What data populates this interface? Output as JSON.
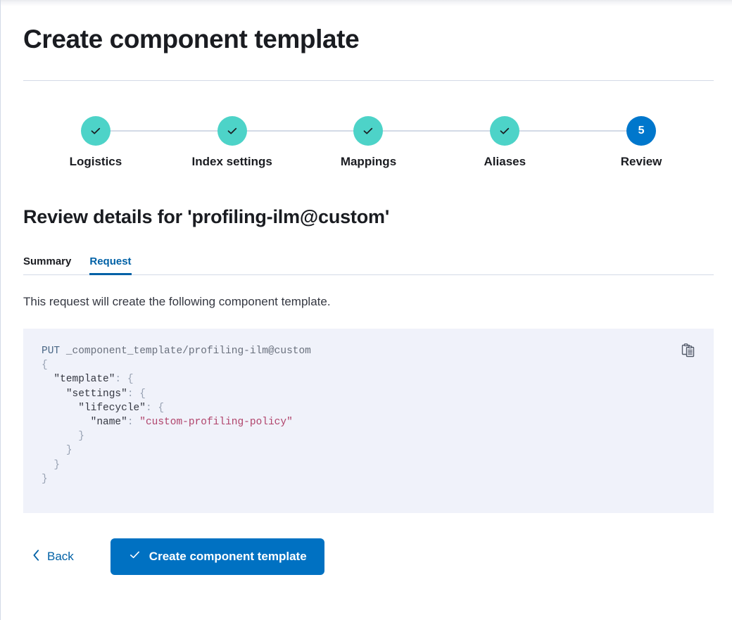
{
  "header": {
    "title": "Create component template"
  },
  "stepper": {
    "steps": [
      {
        "label": "Logistics",
        "state": "complete",
        "indicator": "check-icon",
        "number": "1"
      },
      {
        "label": "Index settings",
        "state": "complete",
        "indicator": "check-icon",
        "number": "2"
      },
      {
        "label": "Mappings",
        "state": "complete",
        "indicator": "check-icon",
        "number": "3"
      },
      {
        "label": "Aliases",
        "state": "complete",
        "indicator": "check-icon",
        "number": "4"
      },
      {
        "label": "Review",
        "state": "current",
        "indicator": "5",
        "number": "5"
      }
    ],
    "complete_color": "#4dd3c8",
    "current_color": "#0077cc",
    "line_color": "#d3dae6"
  },
  "review": {
    "template_name": "profiling-ilm@custom",
    "section_title": "Review details for 'profiling-ilm@custom'",
    "tabs": [
      {
        "label": "Summary",
        "active": false
      },
      {
        "label": "Request",
        "active": true
      }
    ],
    "description": "This request will create the following component template.",
    "accent_color": "#0061a6"
  },
  "request": {
    "method": "PUT",
    "path": "_component_template/profiling-ilm@custom",
    "copy_icon": "copy-clipboard-icon",
    "body_lines": [
      {
        "indent": 0,
        "text": "{"
      },
      {
        "indent": 1,
        "key": "\"template\"",
        "text": ": {"
      },
      {
        "indent": 2,
        "key": "\"settings\"",
        "text": ": {"
      },
      {
        "indent": 3,
        "key": "\"lifecycle\"",
        "text": ": {"
      },
      {
        "indent": 4,
        "key": "\"name\"",
        "text": ": ",
        "value": "\"custom-profiling-policy\""
      },
      {
        "indent": 3,
        "text": "}"
      },
      {
        "indent": 2,
        "text": "}"
      },
      {
        "indent": 1,
        "text": "}"
      },
      {
        "indent": 0,
        "text": "}"
      }
    ],
    "code_text": "PUT _component_template/profiling-ilm@custom\n{\n  \"template\": {\n    \"settings\": {\n      \"lifecycle\": {\n        \"name\": \"custom-profiling-policy\"\n      }\n    }\n  }\n}",
    "background": "#f0f2fa",
    "string_color": "#b0436b"
  },
  "actions": {
    "back_label": "Back",
    "back_icon": "chevron-left-icon",
    "submit_label": "Create component template",
    "submit_icon": "check-icon",
    "submit_color": "#0071c2"
  }
}
